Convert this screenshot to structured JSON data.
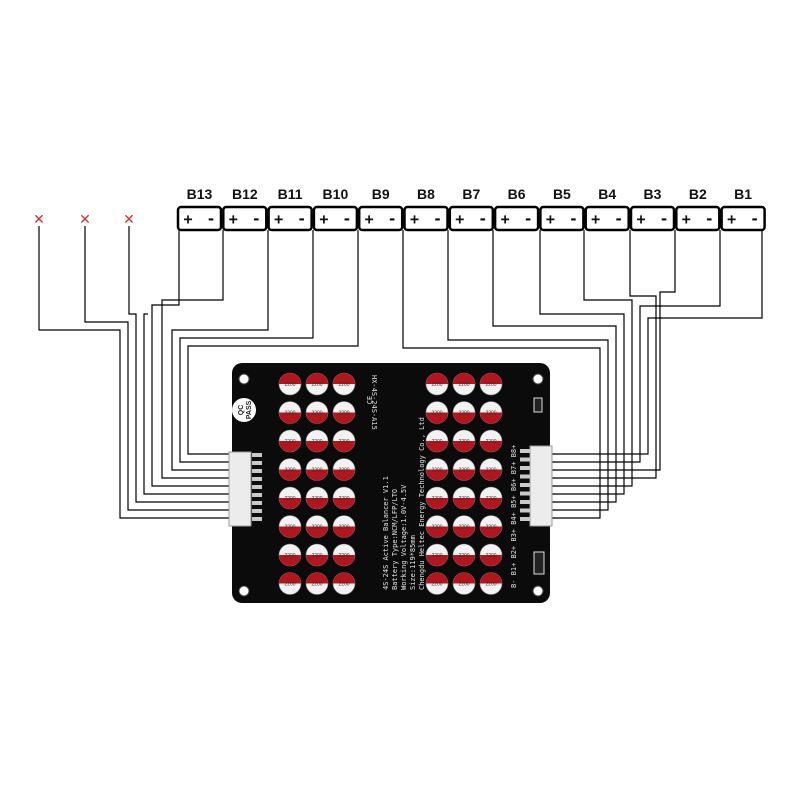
{
  "batteries": [
    {
      "label": "B13",
      "plus": "+",
      "minus": "-"
    },
    {
      "label": "B12",
      "plus": "+",
      "minus": "-"
    },
    {
      "label": "B11",
      "plus": "+",
      "minus": "-"
    },
    {
      "label": "B10",
      "plus": "+",
      "minus": "-"
    },
    {
      "label": "B9",
      "plus": "+",
      "minus": "-"
    },
    {
      "label": "B8",
      "plus": "+",
      "minus": "-"
    },
    {
      "label": "B7",
      "plus": "+",
      "minus": "-"
    },
    {
      "label": "B6",
      "plus": "+",
      "minus": "-"
    },
    {
      "label": "B5",
      "plus": "+",
      "minus": "-"
    },
    {
      "label": "B4",
      "plus": "+",
      "minus": "-"
    },
    {
      "label": "B3",
      "plus": "+",
      "minus": "-"
    },
    {
      "label": "B2",
      "plus": "+",
      "minus": "-"
    },
    {
      "label": "B1",
      "plus": "+",
      "minus": "-"
    }
  ],
  "unused_markers": [
    "✕",
    "✕",
    "✕"
  ],
  "colors": {
    "wire": "#000000",
    "marker": "#d0312d",
    "board": "#0b0b0b",
    "cap_red": "#b3151c",
    "cap_white": "#f2f2f2",
    "connector": "#ececec"
  },
  "board": {
    "silkscreen": [
      "4S-24S Active Balancer V1.1",
      "Battery Type:NCM/LFP/LTO",
      "Working Voltage:1.0V-4.5V",
      "Size:119*85mm",
      "Chengdu Heltec Energy Technology Co., Ltd"
    ],
    "model": "HX-4S-24S-A15",
    "ce_mark": "CE",
    "qc_stamp": [
      "QC",
      "PASS"
    ],
    "connector_labels": "B- B1+ B2+ B3+ B4+ B5+ B6+ B7+ B8+",
    "cap_label": "2200 6.3V RC"
  }
}
